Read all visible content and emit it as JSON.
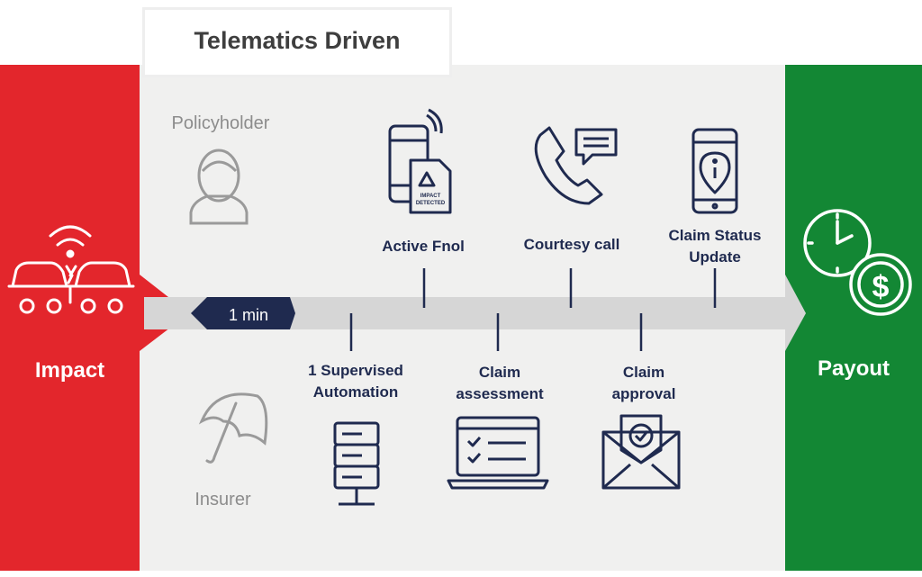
{
  "title": "Telematics Driven",
  "start": {
    "label": "Impact",
    "color": "#e3262c"
  },
  "end": {
    "label": "Payout",
    "color": "#138734"
  },
  "roles": {
    "policyholder": "Policyholder",
    "insurer": "Insurer"
  },
  "timer": "1 min",
  "icon_text": {
    "line1": "IMPACT",
    "line2": "DETECTED"
  },
  "steps_top": [
    {
      "label": "Active Fnol",
      "icon": "phone-impact-detected-icon"
    },
    {
      "label": "Courtesy call",
      "icon": "phone-call-chat-icon"
    },
    {
      "label": "Claim Status Update",
      "line1": "Claim Status",
      "line2": "Update",
      "icon": "mobile-info-icon"
    }
  ],
  "steps_bottom": [
    {
      "label": "1 Supervised Automation",
      "line1": "1 Supervised",
      "line2": "Automation",
      "icon": "server-icon"
    },
    {
      "label": "Claim assessment",
      "line1": "Claim",
      "line2": "assessment",
      "icon": "laptop-checklist-icon"
    },
    {
      "label": "Claim approval",
      "line1": "Claim",
      "line2": "approval",
      "icon": "envelope-check-icon"
    }
  ],
  "colors": {
    "navy": "#1f2a4f",
    "gray_panel": "#f0f0ef",
    "timeline": "#d6d6d6"
  }
}
